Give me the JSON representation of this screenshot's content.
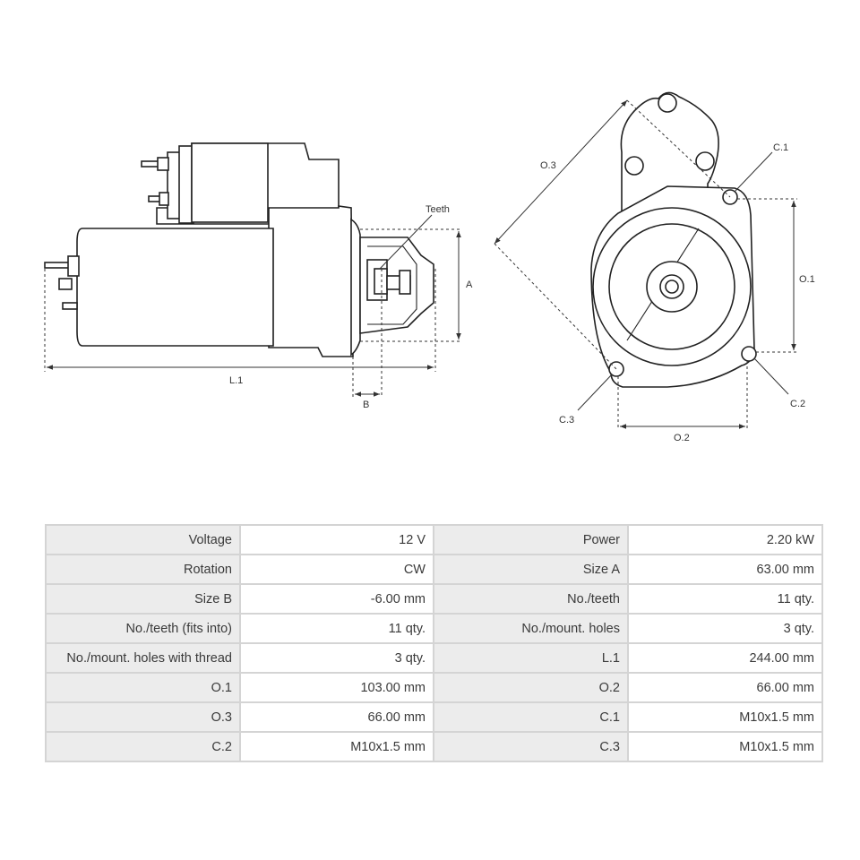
{
  "diagram": {
    "labels": {
      "teeth": "Teeth",
      "a": "A",
      "b": "B",
      "l1": "L.1",
      "o1": "O.1",
      "o2": "O.2",
      "o3": "O.3",
      "c1": "C.1",
      "c2": "C.2",
      "c3": "C.3"
    }
  },
  "specs": [
    {
      "k1": "Voltage",
      "v1": "12 V",
      "k2": "Power",
      "v2": "2.20 kW"
    },
    {
      "k1": "Rotation",
      "v1": "CW",
      "k2": "Size A",
      "v2": "63.00 mm"
    },
    {
      "k1": "Size B",
      "v1": "-6.00 mm",
      "k2": "No./teeth",
      "v2": "11 qty."
    },
    {
      "k1": "No./teeth (fits into)",
      "v1": "11 qty.",
      "k2": "No./mount. holes",
      "v2": "3 qty."
    },
    {
      "k1": "No./mount. holes with thread",
      "v1": "3 qty.",
      "k2": "L.1",
      "v2": "244.00 mm"
    },
    {
      "k1": "O.1",
      "v1": "103.00 mm",
      "k2": "O.2",
      "v2": "66.00 mm"
    },
    {
      "k1": "O.3",
      "v1": "66.00 mm",
      "k2": "C.1",
      "v2": "M10x1.5 mm"
    },
    {
      "k1": "C.2",
      "v1": "M10x1.5 mm",
      "k2": "C.3",
      "v2": "M10x1.5 mm"
    }
  ]
}
